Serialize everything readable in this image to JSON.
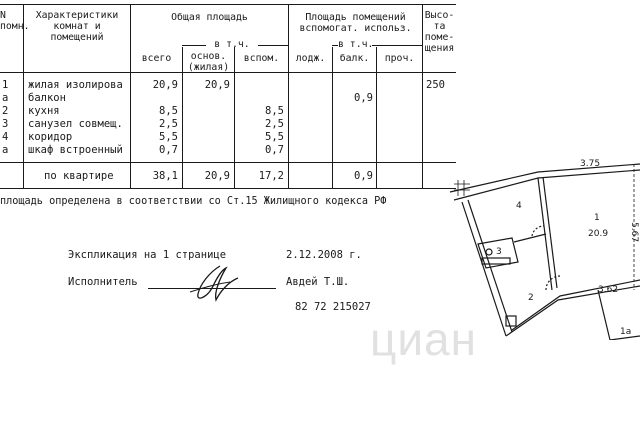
{
  "table": {
    "headers": {
      "col_no": "N\nпомн.",
      "col_char": "Характеристики\nкомнат и\nпомещений",
      "col_area": "Общая площадь",
      "col_area_sub": "в т.ч.",
      "col_total": "всего",
      "col_main": "основ.\n(жилая)",
      "col_aux": "вспом.",
      "col_aux_group": "Площадь помещений\nвспомогат. использ.",
      "col_aux_sub": "в т.ч.",
      "col_loggia": "лодж.",
      "col_balc": "балк.",
      "col_other": "проч.",
      "col_height": "Высо-\nта\nпоме-\nщения"
    },
    "rows": [
      {
        "no": "1",
        "name": "жилая изолирова",
        "total": "20,9",
        "main": "20,9",
        "aux": "",
        "loggia": "",
        "balc": "",
        "other": "",
        "height": "250"
      },
      {
        "no": "а",
        "name": "балкон",
        "total": "",
        "main": "",
        "aux": "",
        "loggia": "",
        "balc": "0,9",
        "other": "",
        "height": ""
      },
      {
        "no": "2",
        "name": "кухня",
        "total": "8,5",
        "main": "",
        "aux": "8,5",
        "loggia": "",
        "balc": "",
        "other": "",
        "height": ""
      },
      {
        "no": "3",
        "name": "санузел совмещ.",
        "total": "2,5",
        "main": "",
        "aux": "2,5",
        "loggia": "",
        "balc": "",
        "other": "",
        "height": ""
      },
      {
        "no": "4",
        "name": "коридор",
        "total": "5,5",
        "main": "",
        "aux": "5,5",
        "loggia": "",
        "balc": "",
        "other": "",
        "height": ""
      },
      {
        "no": "а",
        "name": "шкаф встроенный",
        "total": "0,7",
        "main": "",
        "aux": "0,7",
        "loggia": "",
        "balc": "",
        "other": "",
        "height": ""
      }
    ],
    "total_row": {
      "name": "по квартире",
      "total": "38,1",
      "main": "20,9",
      "aux": "17,2",
      "balc": "0,9"
    }
  },
  "note": "площадь определена в соответствии со Ст.15 Жилищного кодекса РФ",
  "explication": "Экспликация на 1 странице",
  "date": "2.12.2008 г.",
  "executor_label": "Исполнитель",
  "executor_name": "Авдей Т.Ш.",
  "code": "82 72 215027",
  "plan": {
    "dim_top": "3.75",
    "dim_right": "5.67",
    "dim_bottom": "3.62",
    "room1_no": "1",
    "room1_area": "20.9",
    "room2_no": "2",
    "room3_no": "3",
    "room4_no": "4",
    "corner_mark": "1а"
  },
  "watermark": "циан"
}
